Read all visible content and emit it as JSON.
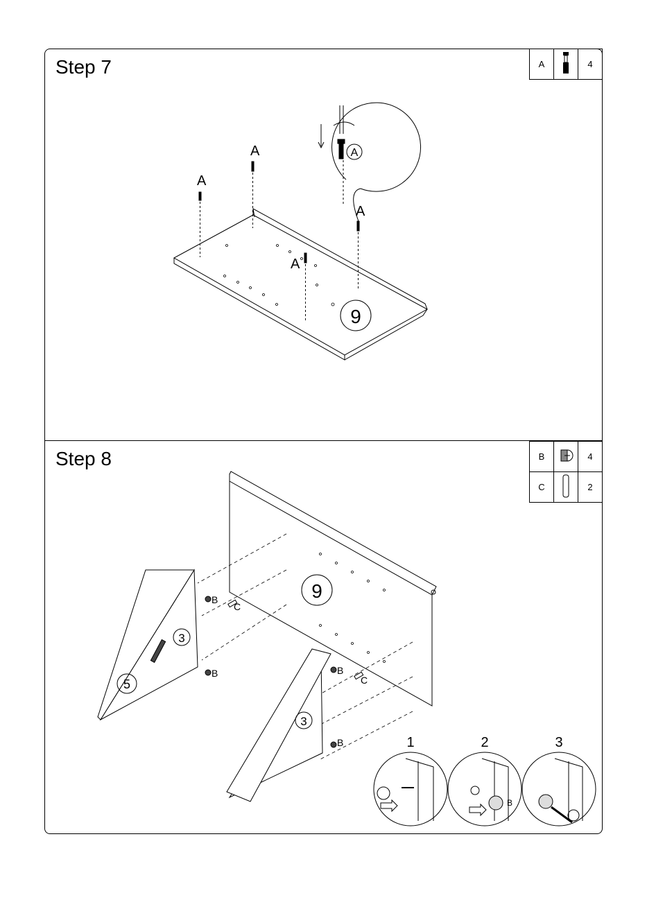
{
  "step7": {
    "title": "Step 7",
    "parts": [
      {
        "letter": "A",
        "icon": "cam-bolt-icon",
        "qty": "4"
      }
    ],
    "panel_number": "9",
    "callout_letter": "A",
    "labels": [
      "A",
      "A",
      "A",
      "A"
    ]
  },
  "step8": {
    "title": "Step 8",
    "parts": [
      {
        "letter": "B",
        "icon": "cam-lock-icon",
        "qty": "4"
      },
      {
        "letter": "C",
        "icon": "wooden-dowel-icon",
        "qty": "2"
      }
    ],
    "panel_number": "9",
    "side_panel_number": "3",
    "side_panel_number_2": "3",
    "drawer_number": "5",
    "labels": {
      "b1": "B",
      "b2": "B",
      "b3": "B",
      "b4": "B",
      "c1": "C",
      "c2": "C",
      "b_inset": "B"
    },
    "detail_steps": [
      "1",
      "2",
      "3"
    ]
  }
}
